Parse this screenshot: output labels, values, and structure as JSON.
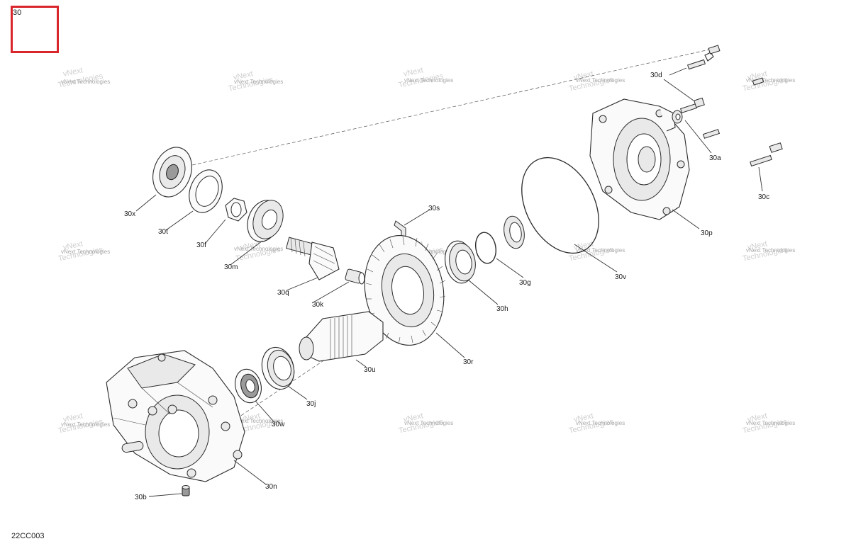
{
  "page": {
    "section_number": "30",
    "figure_id": "22CC003"
  },
  "watermark": {
    "line1": "vNext",
    "line2": "Technologies",
    "full": "vNext Technologies"
  },
  "callouts": {
    "c30a": "30a",
    "c30b": "30b",
    "c30c": "30c",
    "c30d": "30d",
    "c30f": "30f",
    "c30g": "30g",
    "c30h": "30h",
    "c30j": "30j",
    "c30k": "30k",
    "c30m": "30m",
    "c30n": "30n",
    "c30p": "30p",
    "c30q": "30q",
    "c30r": "30r",
    "c30s": "30s",
    "c30t": "30t",
    "c30u": "30u",
    "c30v": "30v",
    "c30w": "30w",
    "c30x": "30x"
  },
  "colors": {
    "frame_red": "#d9262c",
    "line": "#2b2b2b",
    "watermark": "#a8a8a8"
  }
}
